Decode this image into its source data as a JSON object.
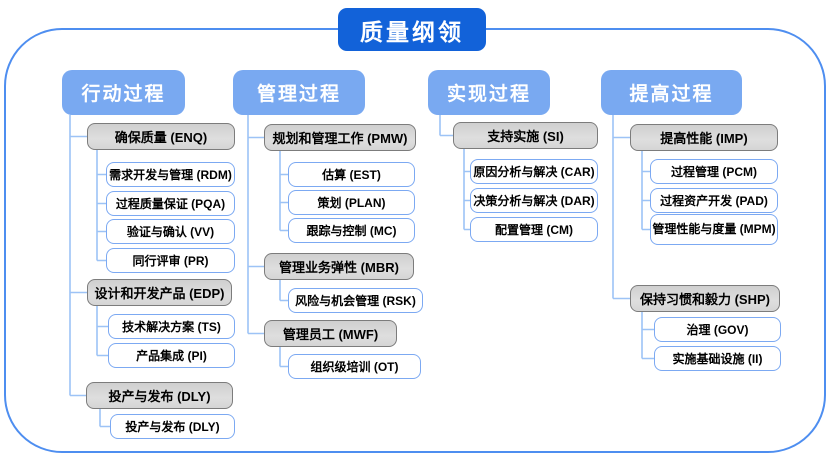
{
  "title": "质量纲领",
  "colors": {
    "frame_border": "#4e8ef0",
    "title_fill": "#1262d9",
    "header_fill": "#79a9f1",
    "connector": "#9dc3f6",
    "leaf_border": "#7ca9f2",
    "group_fill": "#d7d7d7",
    "group_border": "#7c7c7c"
  },
  "columns": [
    {
      "label": "行动过程",
      "groups": [
        {
          "label": "确保质量 (ENQ)",
          "children": [
            "需求开发与管理 (RDM)",
            "过程质量保证 (PQA)",
            "验证与确认 (VV)",
            "同行评审 (PR)"
          ]
        },
        {
          "label": "设计和开发产品 (EDP)",
          "children": [
            "技术解决方案 (TS)",
            "产品集成 (PI)"
          ]
        },
        {
          "label": "投产与发布 (DLY)",
          "children": [
            "投产与发布 (DLY)"
          ]
        }
      ]
    },
    {
      "label": "管理过程",
      "groups": [
        {
          "label": "规划和管理工作 (PMW)",
          "children": [
            "估算 (EST)",
            "策划 (PLAN)",
            "跟踪与控制 (MC)"
          ]
        },
        {
          "label": "管理业务弹性 (MBR)",
          "children": [
            "风险与机会管理 (RSK)"
          ]
        },
        {
          "label": "管理员工 (MWF)",
          "children": [
            "组织级培训 (OT)"
          ]
        }
      ]
    },
    {
      "label": "实现过程",
      "groups": [
        {
          "label": "支持实施 (SI)",
          "children": [
            "原因分析与解决 (CAR)",
            "决策分析与解决 (DAR)",
            "配置管理 (CM)"
          ]
        }
      ]
    },
    {
      "label": "提高过程",
      "groups": [
        {
          "label": "提高性能 (IMP)",
          "children": [
            "过程管理 (PCM)",
            "过程资产开发 (PAD)",
            "管理性能与度量 (MPM)"
          ]
        },
        {
          "label": "保持习惯和毅力 (SHP)",
          "children": [
            "治理 (GOV)",
            "实施基础设施 (II)"
          ]
        }
      ]
    }
  ]
}
